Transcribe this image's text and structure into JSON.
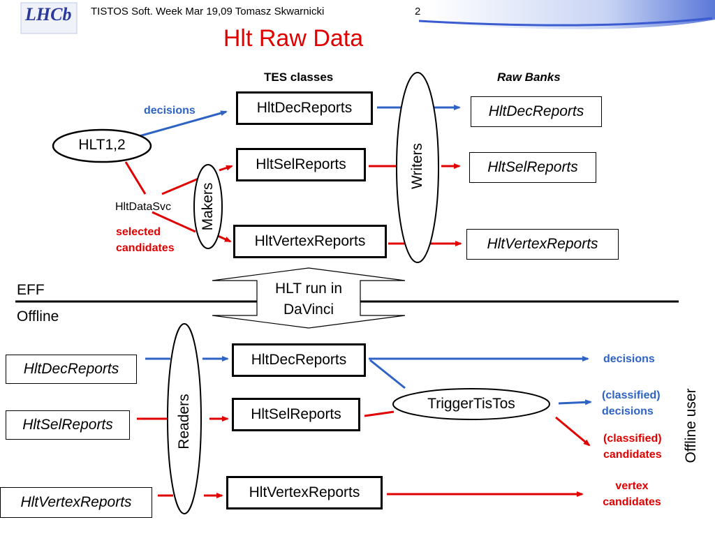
{
  "header": {
    "logo_text": "LHCb",
    "info": "TISTOS Soft. Week Mar 19,09 Tomasz Skwarnicki",
    "page_number": "2"
  },
  "title": "Hlt Raw Data",
  "columns": {
    "tes": "TES classes",
    "raw": "Raw Banks"
  },
  "top": {
    "hlt_node": "HLT1,2",
    "decisions_label": "decisions",
    "datasvc_label": "HltDataSvc",
    "selected_line1": "selected",
    "selected_line2": "candidates",
    "makers": "Makers",
    "writers": "Writers",
    "tes_boxes": [
      "HltDecReports",
      "HltSelReports",
      "HltVertexReports"
    ],
    "raw_boxes": [
      "HltDecReports",
      "HltSelReports",
      "HltVertexReports"
    ]
  },
  "middle": {
    "eff": "EFF",
    "offline": "Offline",
    "arrow_line1": "HLT run in",
    "arrow_line2": "DaVinci"
  },
  "bottom": {
    "raw_boxes": [
      "HltDecReports",
      "HltSelReports",
      "HltVertexReports"
    ],
    "readers": "Readers",
    "tes_boxes": [
      "HltDecReports",
      "HltSelReports",
      "HltVertexReports"
    ],
    "tistos": "TriggerTisTos",
    "decisions": "decisions",
    "classified_dec_line1": "(classified)",
    "classified_dec_line2": "decisions",
    "classified_cand_line1": "(classified)",
    "classified_cand_line2": "candidates",
    "vertex_line1": "vertex",
    "vertex_line2": "candidates",
    "offline_user": "Offline user"
  },
  "colors": {
    "blue": "#2e63c4",
    "red": "#e00000"
  }
}
